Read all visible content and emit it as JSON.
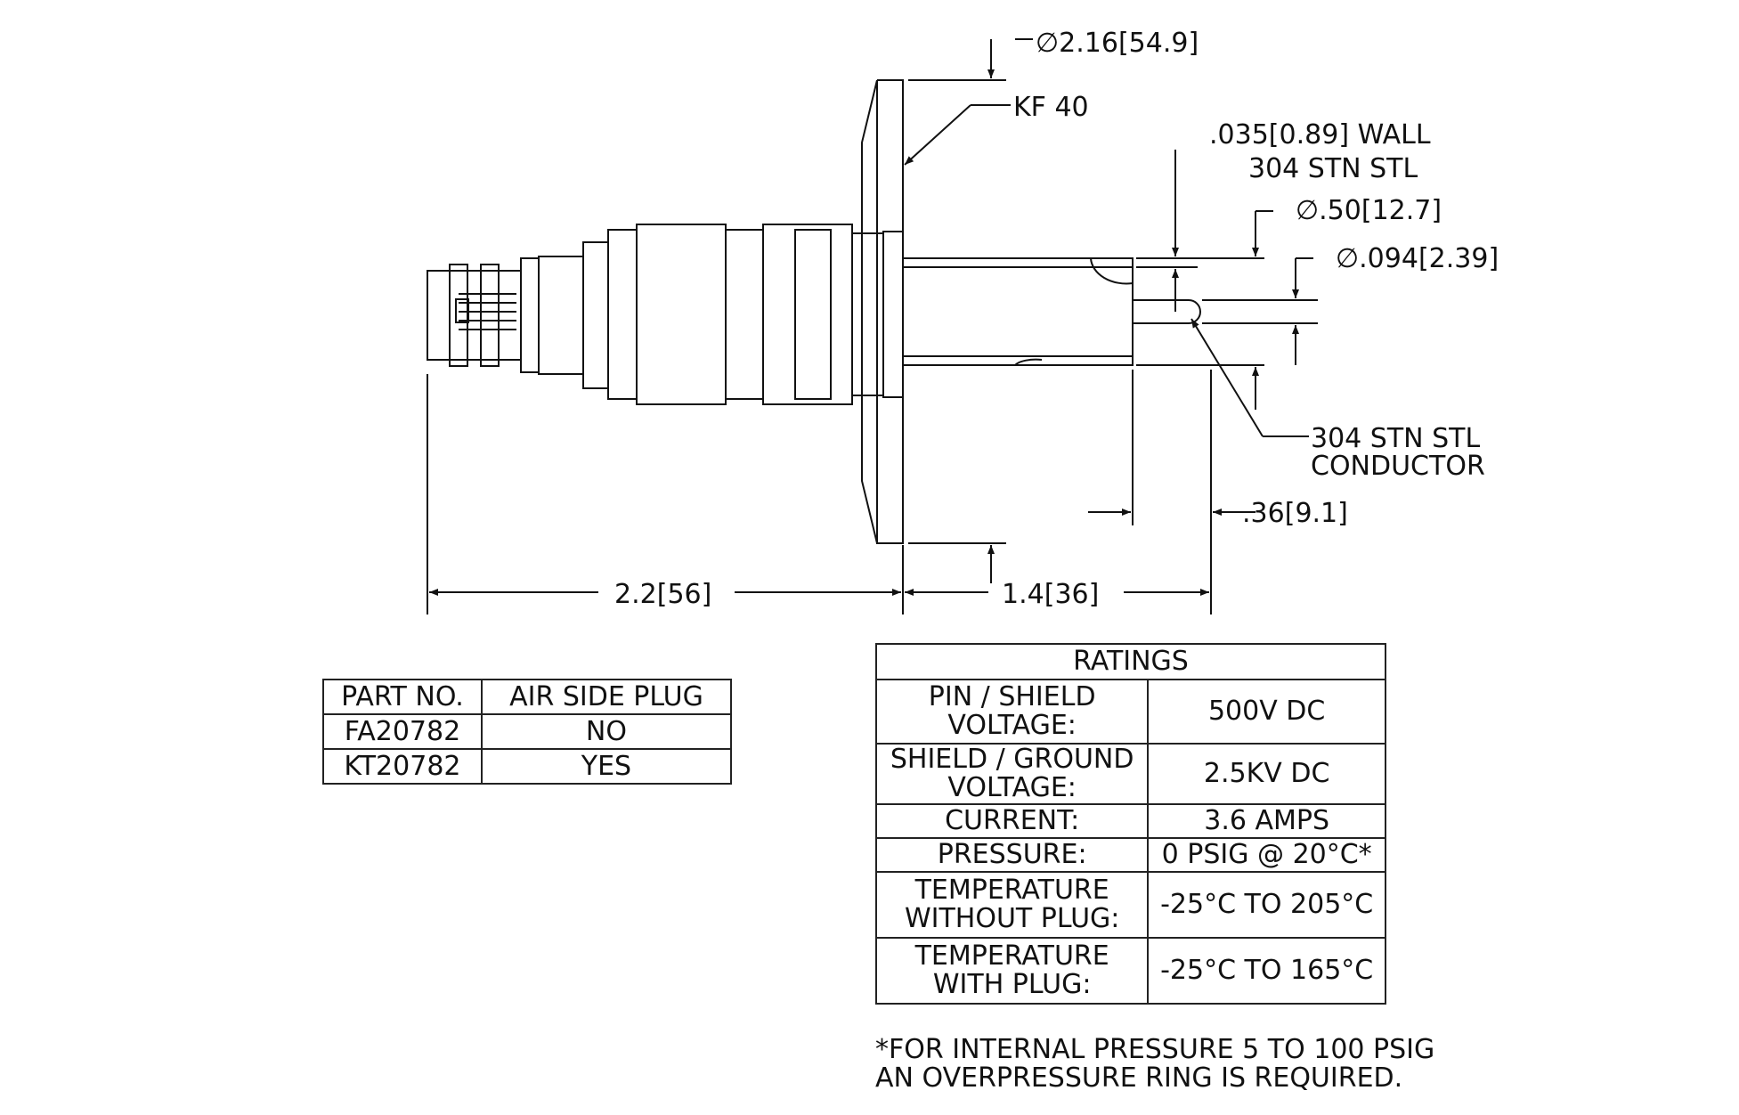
{
  "callouts": {
    "flange_diameter_in": "2.16",
    "flange_diameter_mm": "54.9",
    "flange_type": "KF 40",
    "wall_in": ".035",
    "wall_mm": "0.89",
    "wall_suffix": "WALL",
    "wall_material": "304 STN STL",
    "tube_diameter_in": ".50",
    "tube_diameter_mm": "12.7",
    "pin_diameter_in": ".094",
    "pin_diameter_mm": "2.39",
    "conductor_line1": "304 STN STL",
    "conductor_line2": "CONDUCTOR",
    "pin_extension_in": ".36",
    "pin_extension_mm": "9.1",
    "air_length_in": "2.2",
    "air_length_mm": "56",
    "vac_length_in": "1.4",
    "vac_length_mm": "36",
    "diameter_symbol": "∅"
  },
  "parts_table": {
    "headers": [
      "PART NO.",
      "AIR SIDE PLUG"
    ],
    "rows": [
      [
        "FA20782",
        "NO"
      ],
      [
        "KT20782",
        "YES"
      ]
    ]
  },
  "ratings_table": {
    "title": "RATINGS",
    "rows": [
      {
        "label": "PIN / SHIELD\nVOLTAGE:",
        "value": "500V DC"
      },
      {
        "label": "SHIELD / GROUND\nVOLTAGE:",
        "value": "2.5KV DC"
      },
      {
        "label": "CURRENT:",
        "value": "3.6 AMPS"
      },
      {
        "label": "PRESSURE:",
        "value": "0 PSIG @ 20°C*"
      },
      {
        "label": "TEMPERATURE\nWITHOUT PLUG:",
        "value": "-25°C TO 205°C"
      },
      {
        "label": "TEMPERATURE\nWITH PLUG:",
        "value": "-25°C TO 165°C"
      }
    ]
  },
  "footnote": "*FOR INTERNAL PRESSURE 5 TO 100 PSIG\nAN OVERPRESSURE RING IS REQUIRED."
}
